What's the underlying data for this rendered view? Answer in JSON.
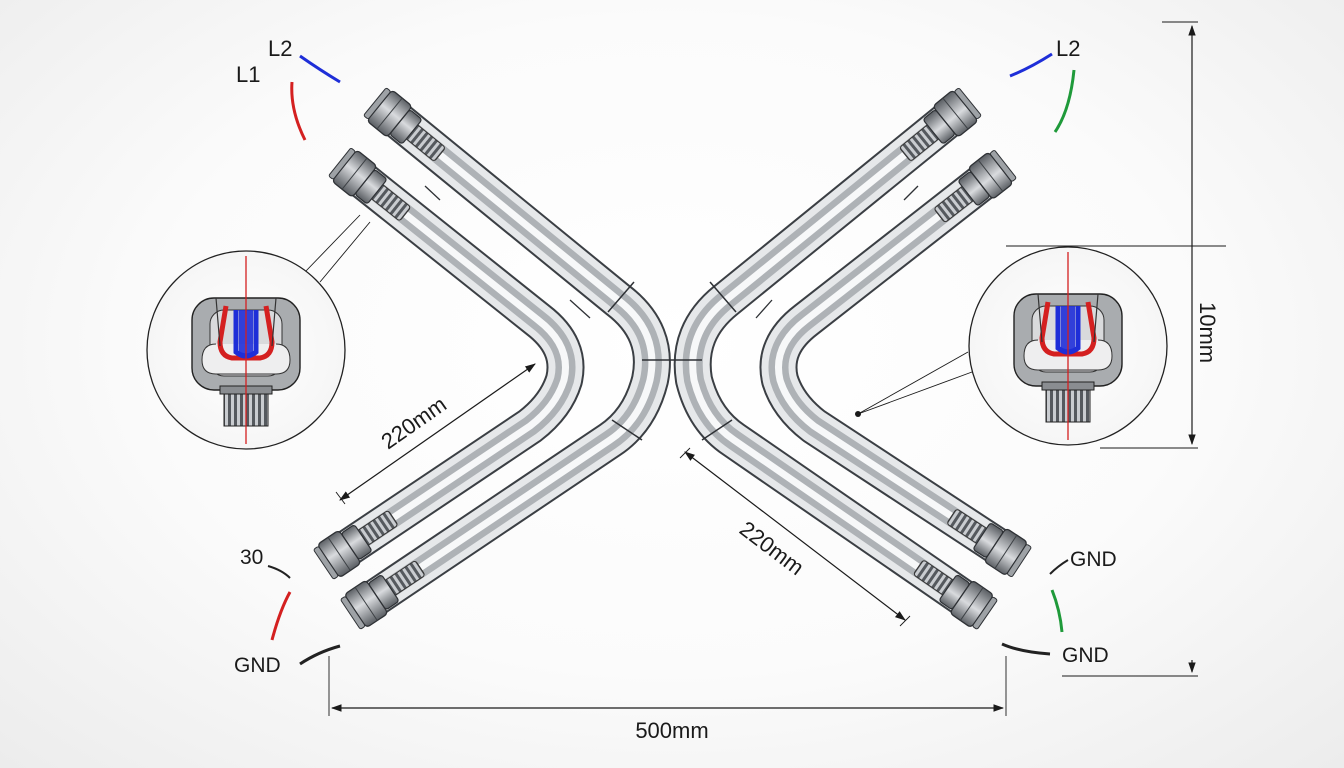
{
  "labels": {
    "top_left_l2": "L2",
    "top_left_l1": "L1",
    "top_right_l2": "L2",
    "bottom_left_30": "30",
    "bottom_left_gnd": "GND",
    "bottom_right_gnd_upper": "GND",
    "bottom_right_gnd_lower": "GND"
  },
  "dimensions": {
    "left_leg": "220mm",
    "right_leg": "220mm",
    "overall_width": "500mm",
    "right_height": "10mm"
  },
  "colors": {
    "wire_red": "#d42020",
    "wire_blue": "#1e2ed8",
    "wire_green": "#1f9a3a",
    "wire_black": "#222222",
    "tube_dark": "#6f7378",
    "tube_light": "#f2f3f4"
  },
  "icons": {
    "detail_left": "terminal-cross-section-icon",
    "detail_right": "terminal-cross-section-icon"
  }
}
